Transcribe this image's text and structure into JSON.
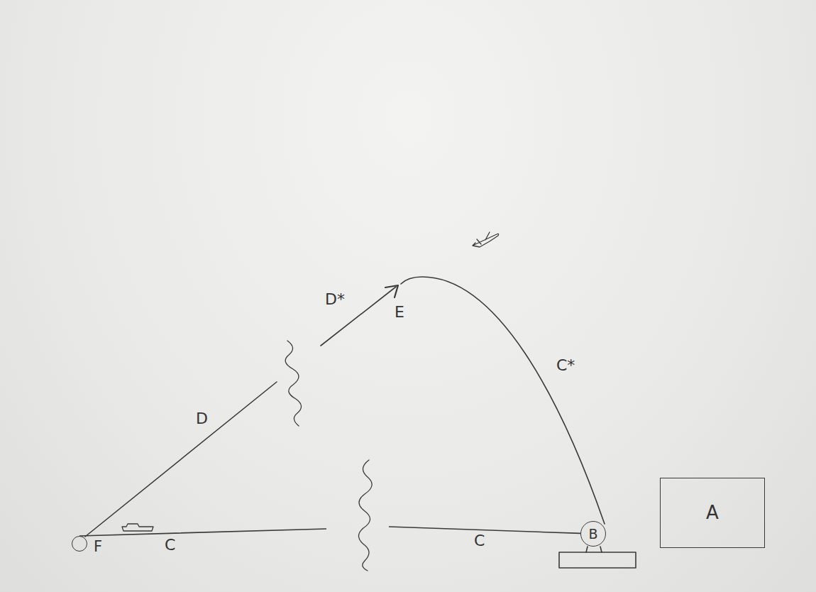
{
  "diagram": {
    "nodes": [
      {
        "text": [
          "F"
        ]
      },
      {
        "text": [
          "B"
        ]
      },
      {
        "text": [
          "A"
        ]
      }
    ],
    "edges": [
      {
        "from": 0,
        "to": 1,
        "arrow": "none",
        "label": "C"
      }
    ],
    "labels": [
      "C",
      "D",
      "D*",
      "E",
      "C*"
    ]
  }
}
